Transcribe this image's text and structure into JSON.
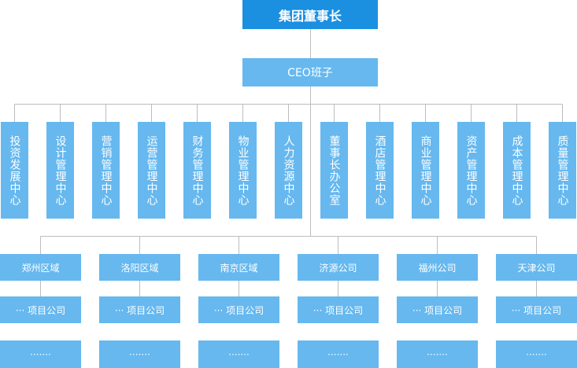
{
  "top": "集团董事长",
  "ceo": "CEO班子",
  "departments": [
    "投资发展中心",
    "设计管理中心",
    "营销管理中心",
    "运营管理中心",
    "财务管理中心",
    "物业管理中心",
    "人力资源中心",
    "董事长办公室",
    "酒店管理中心",
    "商业管理中心",
    "资产管理中心",
    "成本管理中心",
    "质量管理中心"
  ],
  "regions": [
    {
      "name": "郑州区域",
      "project": "··· 项目公司",
      "more": "·······"
    },
    {
      "name": "洛阳区域",
      "project": "··· 项目公司",
      "more": "·······"
    },
    {
      "name": "南京区域",
      "project": "··· 项目公司",
      "more": "·······"
    },
    {
      "name": "济源公司",
      "project": "··· 项目公司",
      "more": "·······"
    },
    {
      "name": "福州公司",
      "project": "··· 项目公司",
      "more": "·······"
    },
    {
      "name": "天津公司",
      "project": "··· 项目公司",
      "more": "·······"
    }
  ],
  "colors": {
    "top": "#1b8fe0",
    "box": "#66b8ef",
    "line": "#bdbdbd"
  }
}
